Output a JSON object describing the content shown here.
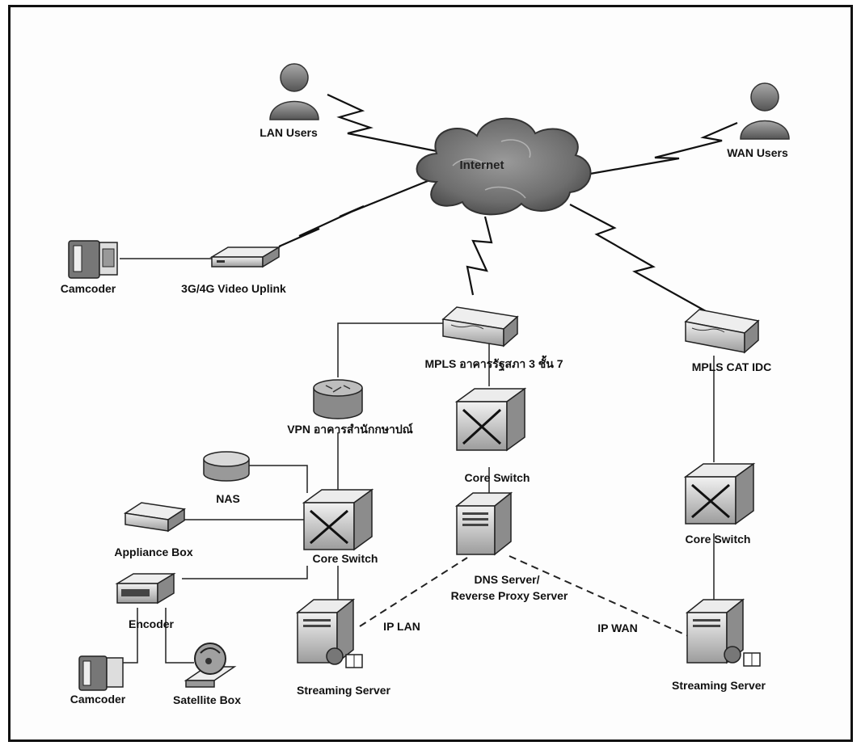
{
  "labels": {
    "internet": "Internet",
    "lan_users": "LAN Users",
    "wan_users": "WAN Users",
    "camcoder_top": "Camcoder",
    "video_uplink": "3G/4G Video Uplink",
    "mpls_parliament": "MPLS อาคารรัฐสภา 3 ชั้น 7",
    "mpls_cat": "MPLS CAT IDC",
    "vpn": "VPN อาคารสำนักกษาปณ์",
    "nas": "NAS",
    "appliance_box": "Appliance Box",
    "core_switch_left": "Core Switch",
    "core_switch_mid": "Core Switch",
    "core_switch_right": "Core Switch",
    "encoder": "Encoder",
    "dns_line1": "DNS Server/",
    "dns_line2": "Reverse Proxy Server",
    "ip_lan": "IP LAN",
    "ip_wan": "IP WAN",
    "camcoder_bottom": "Camcoder",
    "satellite_box": "Satellite Box",
    "streaming_left": "Streaming Server",
    "streaming_right": "Streaming Server"
  }
}
